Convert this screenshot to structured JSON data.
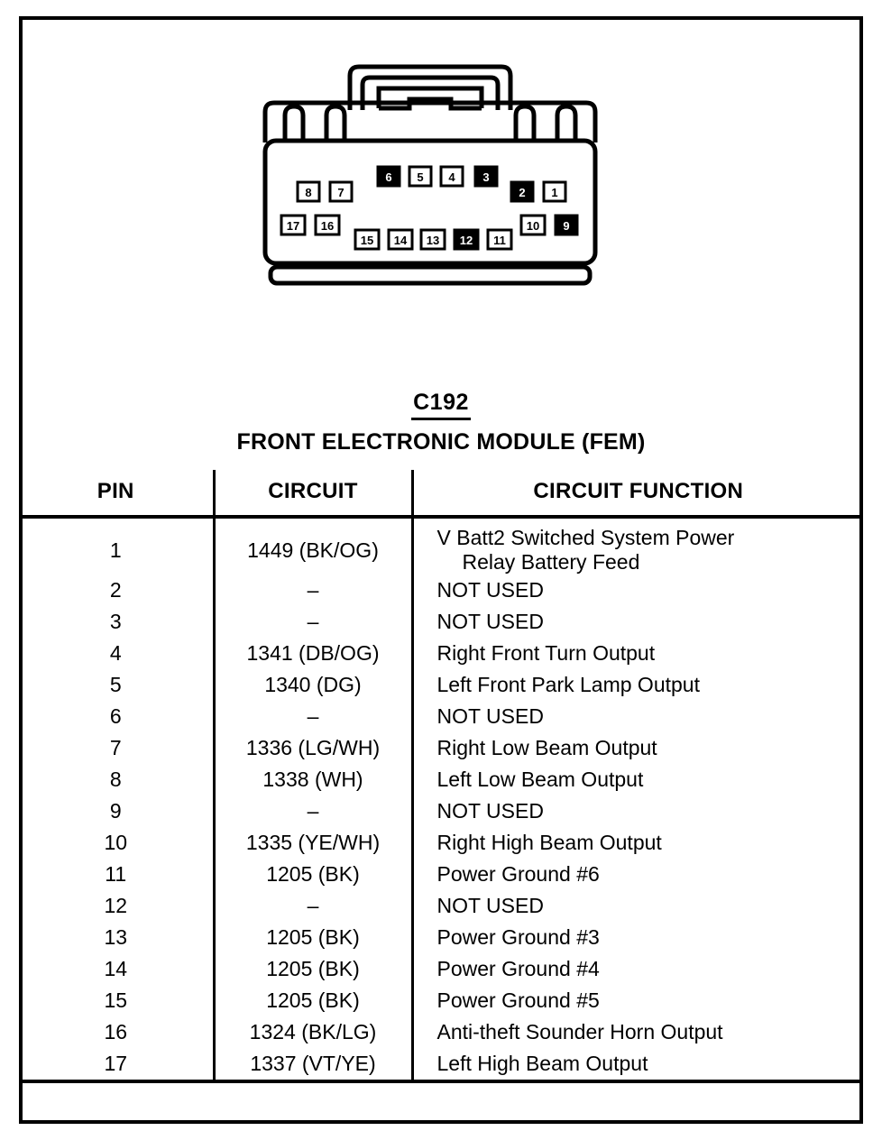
{
  "connector": {
    "id": "C192",
    "module_name": "FRONT ELECTRONIC MODULE (FEM)",
    "pin_count": 17,
    "cavities": [
      {
        "number": "8",
        "filled": false
      },
      {
        "number": "7",
        "filled": false
      },
      {
        "number": "6",
        "filled": true
      },
      {
        "number": "5",
        "filled": false
      },
      {
        "number": "4",
        "filled": false
      },
      {
        "number": "3",
        "filled": true
      },
      {
        "number": "2",
        "filled": true
      },
      {
        "number": "1",
        "filled": false
      },
      {
        "number": "17",
        "filled": false
      },
      {
        "number": "16",
        "filled": false
      },
      {
        "number": "15",
        "filled": false
      },
      {
        "number": "14",
        "filled": false
      },
      {
        "number": "13",
        "filled": false
      },
      {
        "number": "12",
        "filled": true
      },
      {
        "number": "11",
        "filled": false
      },
      {
        "number": "10",
        "filled": false
      },
      {
        "number": "9",
        "filled": true
      }
    ]
  },
  "table": {
    "headers": {
      "pin": "PIN",
      "circuit": "CIRCUIT",
      "function": "CIRCUIT FUNCTION"
    },
    "rows": [
      {
        "pin": "1",
        "circuit": "1449 (BK/OG)",
        "function": "V Batt2 Switched System Power",
        "function_line2": "Relay Battery Feed"
      },
      {
        "pin": "2",
        "circuit": "–",
        "function": "NOT USED"
      },
      {
        "pin": "3",
        "circuit": "–",
        "function": "NOT USED"
      },
      {
        "pin": "4",
        "circuit": "1341 (DB/OG)",
        "function": "Right Front Turn Output"
      },
      {
        "pin": "5",
        "circuit": "1340 (DG)",
        "function": "Left Front Park Lamp Output"
      },
      {
        "pin": "6",
        "circuit": "–",
        "function": "NOT USED"
      },
      {
        "pin": "7",
        "circuit": "1336 (LG/WH)",
        "function": "Right Low Beam Output"
      },
      {
        "pin": "8",
        "circuit": "1338 (WH)",
        "function": "Left Low Beam Output"
      },
      {
        "pin": "9",
        "circuit": "–",
        "function": "NOT USED"
      },
      {
        "pin": "10",
        "circuit": "1335 (YE/WH)",
        "function": "Right High Beam Output"
      },
      {
        "pin": "11",
        "circuit": "1205 (BK)",
        "function": "Power Ground #6"
      },
      {
        "pin": "12",
        "circuit": "–",
        "function": "NOT USED"
      },
      {
        "pin": "13",
        "circuit": "1205 (BK)",
        "function": "Power Ground #3"
      },
      {
        "pin": "14",
        "circuit": "1205 (BK)",
        "function": "Power Ground #4"
      },
      {
        "pin": "15",
        "circuit": "1205 (BK)",
        "function": "Power Ground #5"
      },
      {
        "pin": "16",
        "circuit": "1324 (BK/LG)",
        "function": "Anti-theft Sounder Horn Output"
      },
      {
        "pin": "17",
        "circuit": "1337 (VT/YE)",
        "function": "Left High Beam Output"
      }
    ]
  },
  "colors": {
    "ink": "#000000",
    "paper": "#ffffff"
  }
}
